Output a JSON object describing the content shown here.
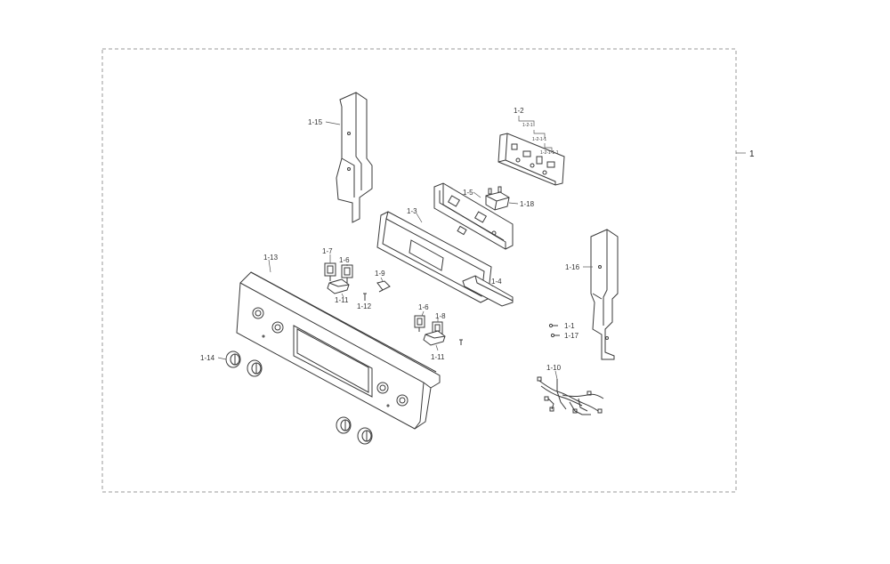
{
  "diagram": {
    "assembly_label": "1",
    "parts": {
      "p1_1": "1-1",
      "p1_2": "1-2",
      "p1_2_1": "1-2-1",
      "p1_2_1_1": "1-2-1-1",
      "p1_2_1_1_1": "1-2-1-1-1",
      "p1_3": "1-3",
      "p1_4": "1-4",
      "p1_5": "1-5",
      "p1_6a": "1-6",
      "p1_6b": "1-6",
      "p1_7": "1-7",
      "p1_8": "1-8",
      "p1_9": "1-9",
      "p1_10": "1-10",
      "p1_11a": "1-11",
      "p1_11b": "1-11",
      "p1_12": "1-12",
      "p1_13": "1-13",
      "p1_14": "1-14",
      "p1_15": "1-15",
      "p1_16": "1-16",
      "p1_17": "1-17",
      "p1_18": "1-18"
    }
  }
}
